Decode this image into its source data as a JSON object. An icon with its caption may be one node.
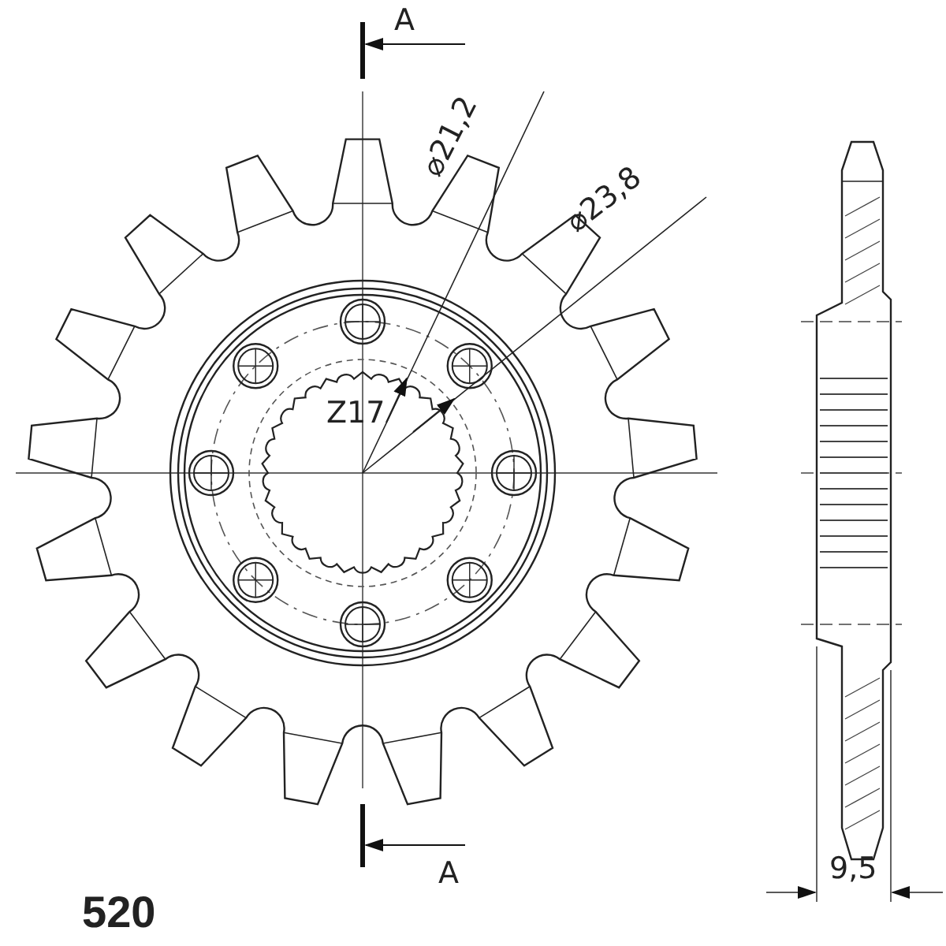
{
  "diagram": {
    "labels": [
      "A",
      "⌀21,2",
      "⌀23,8",
      "Z17",
      "A",
      "9,5",
      "520"
    ]
  }
}
